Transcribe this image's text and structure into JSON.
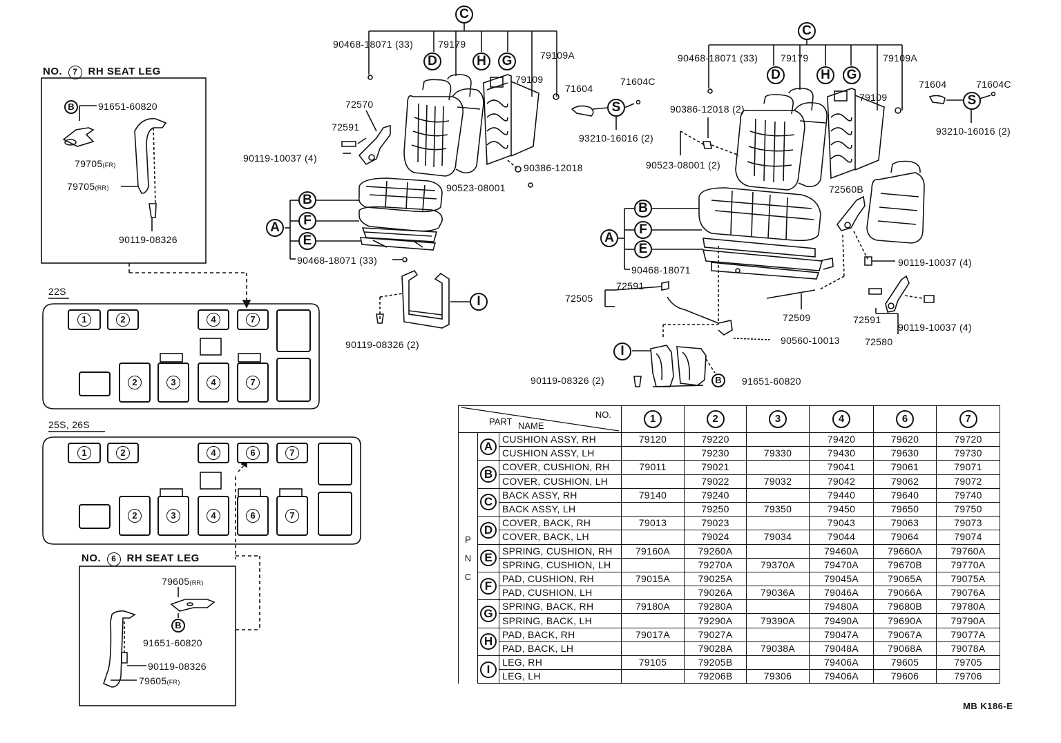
{
  "callouts": {
    "c1": "90468-18071 (33)",
    "c2": "79179",
    "c3": "79109A",
    "c4": "79109",
    "c5": "72570",
    "c6": "72591",
    "c7": "90119-10037 (4)",
    "c8": "90386-12018",
    "c9": "90523-08001",
    "c10": "71604",
    "c11": "71604C",
    "c12": "93210-16016 (2)",
    "c13": "90468-18071 (33)",
    "r1": "90468-18071 (33)",
    "r2": "79179",
    "r3": "79109A",
    "r4": "79109",
    "r5": "71604",
    "r6": "71604C",
    "r7": "93210-16016 (2)",
    "r8": "90386-12018 (2)",
    "r9": "90523-08001 (2)",
    "r10": "72560B",
    "r11": "90119-10037 (4)",
    "r12": "90468-18071",
    "r13": "72591",
    "r14": "72505",
    "r15": "72509",
    "r16": "72591",
    "r17": "90119-10037 (4)",
    "r18": "72580",
    "r19": "90560-10013",
    "r20": "90119-08326 (2)",
    "r21": "91651-60820",
    "i1": "90119-08326 (2)",
    "leg7_1": "91651-60820",
    "leg7_2": "79705",
    "leg7_2s": "(FR)",
    "leg7_3": "79705",
    "leg7_3s": "(RR)",
    "leg7_4": "90119-08326",
    "leg6_1": "79605",
    "leg6_1s": "(RR)",
    "leg6_2": "91651-60820",
    "leg6_3": "90119-08326",
    "leg6_4": "79605",
    "leg6_4s": "(FR)"
  },
  "letters": {
    "A": "A",
    "B": "B",
    "C": "C",
    "D": "D",
    "E": "E",
    "F": "F",
    "G": "G",
    "H": "H",
    "I": "I",
    "S": "S"
  },
  "headings": {
    "no7": "NO.",
    "no7_num": "7",
    "no7_text": "RH SEAT LEG",
    "no6": "NO.",
    "no6_num": "6",
    "no6_text": "RH SEAT LEG",
    "layout22": "22S",
    "layout25": "25S, 26S"
  },
  "layout_22S": {
    "seats": [
      "1",
      "2",
      "4",
      "7",
      "2",
      "3",
      "4",
      "7"
    ]
  },
  "layout_25S": {
    "seats": [
      "1",
      "2",
      "4",
      "6",
      "7",
      "2",
      "3",
      "4",
      "6",
      "7"
    ]
  },
  "table": {
    "header_no": "NO.",
    "header_part": "PART",
    "header_name": "NAME",
    "pnc_label": [
      "P",
      "N",
      "C"
    ],
    "columns": [
      "1",
      "2",
      "3",
      "4",
      "6",
      "7"
    ],
    "groups": [
      {
        "sym": "A",
        "rows": [
          {
            "name": "CUSHION ASSY, RH",
            "vals": [
              "79120",
              "79220",
              "",
              "79420",
              "79620",
              "79720"
            ]
          },
          {
            "name": "CUSHION ASSY, LH",
            "vals": [
              "",
              "79230",
              "79330",
              "79430",
              "79630",
              "79730"
            ]
          }
        ]
      },
      {
        "sym": "B",
        "rows": [
          {
            "name": "COVER, CUSHION, RH",
            "vals": [
              "79011",
              "79021",
              "",
              "79041",
              "79061",
              "79071"
            ]
          },
          {
            "name": "COVER, CUSHION, LH",
            "vals": [
              "",
              "79022",
              "79032",
              "79042",
              "79062",
              "79072"
            ]
          }
        ]
      },
      {
        "sym": "C",
        "rows": [
          {
            "name": "BACK ASSY, RH",
            "vals": [
              "79140",
              "79240",
              "",
              "79440",
              "79640",
              "79740"
            ]
          },
          {
            "name": "BACK ASSY, LH",
            "vals": [
              "",
              "79250",
              "79350",
              "79450",
              "79650",
              "79750"
            ]
          }
        ]
      },
      {
        "sym": "D",
        "rows": [
          {
            "name": "COVER, BACK, RH",
            "vals": [
              "79013",
              "79023",
              "",
              "79043",
              "79063",
              "79073"
            ]
          },
          {
            "name": "COVER, BACK, LH",
            "vals": [
              "",
              "79024",
              "79034",
              "79044",
              "79064",
              "79074"
            ]
          }
        ]
      },
      {
        "sym": "E",
        "rows": [
          {
            "name": "SPRING, CUSHION, RH",
            "vals": [
              "79160A",
              "79260A",
              "",
              "79460A",
              "79660A",
              "79760A"
            ]
          },
          {
            "name": "SPRING, CUSHION, LH",
            "vals": [
              "",
              "79270A",
              "79370A",
              "79470A",
              "79670B",
              "79770A"
            ]
          }
        ]
      },
      {
        "sym": "F",
        "rows": [
          {
            "name": "PAD, CUSHION, RH",
            "vals": [
              "79015A",
              "79025A",
              "",
              "79045A",
              "79065A",
              "79075A"
            ]
          },
          {
            "name": "PAD, CUSHION, LH",
            "vals": [
              "",
              "79026A",
              "79036A",
              "79046A",
              "79066A",
              "79076A"
            ]
          }
        ]
      },
      {
        "sym": "G",
        "rows": [
          {
            "name": "SPRING, BACK, RH",
            "vals": [
              "79180A",
              "79280A",
              "",
              "79480A",
              "79680B",
              "79780A"
            ]
          },
          {
            "name": "SPRING, BACK, LH",
            "vals": [
              "",
              "79290A",
              "79390A",
              "79490A",
              "79690A",
              "79790A"
            ]
          }
        ]
      },
      {
        "sym": "H",
        "rows": [
          {
            "name": "PAD, BACK, RH",
            "vals": [
              "79017A",
              "79027A",
              "",
              "79047A",
              "79067A",
              "79077A"
            ]
          },
          {
            "name": "PAD, BACK, LH",
            "vals": [
              "",
              "79028A",
              "79038A",
              "79048A",
              "79068A",
              "79078A"
            ]
          }
        ]
      },
      {
        "sym": "I",
        "rows": [
          {
            "name": "LEG, RH",
            "vals": [
              "79105",
              "79205B",
              "",
              "79406A",
              "79605",
              "79705"
            ]
          },
          {
            "name": "LEG, LH",
            "vals": [
              "",
              "79206B",
              "79306",
              "79406A",
              "79606",
              "79706"
            ]
          }
        ]
      }
    ]
  },
  "footer_code": "MB K186-E"
}
